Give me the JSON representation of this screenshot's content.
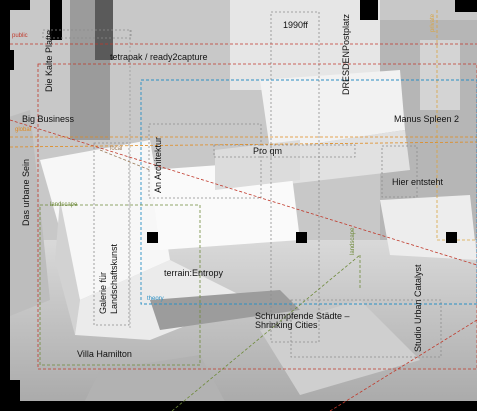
{
  "layers": {
    "public": "public",
    "global": "global",
    "local": "local",
    "landscape": "landscape",
    "theory": "theory",
    "private": "private"
  },
  "projects": {
    "die_kalte_platte": "Die Kalte Platte",
    "tetrapak": "tetrapak / ready2capture",
    "y1990ff": "1990ff",
    "dresden_postplatz": "DRESDENPostplatz",
    "big_business": "Big Business",
    "manus_spleen": "Manus Spleen 2",
    "an_architektur": "An Architektur",
    "pro_qm": "Pro qm",
    "das_urbane_sein": "Das urbane Sein",
    "hier_entsteht": "Hier entsteht",
    "galerie_fuer": "Galerie für",
    "landschaftskunst": "Landschaftskunst",
    "terrain_entropy": "terrain:Entropy",
    "schrumpfende_line1": "Schrumpfende Städte –",
    "schrumpfende_line2": "Shrinking Cities",
    "studio_urban_catalyst": "Studio Urban Catalyst",
    "villa_hamilton": "Villa Hamilton"
  },
  "colors": {
    "public": "#c0392b",
    "global": "#e08a1e",
    "private": "#d9a441",
    "theory": "#2a8fc4",
    "landscape": "#6e8a3a",
    "local": "#9a7b5a",
    "box": "#8c8c8c",
    "dot": "#000000"
  }
}
